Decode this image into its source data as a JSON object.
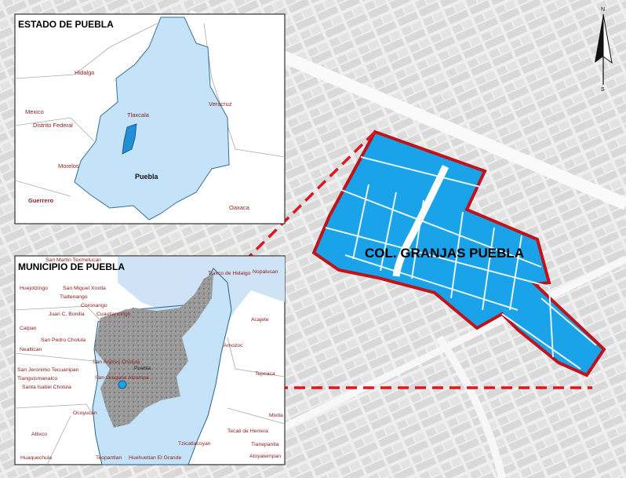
{
  "main_map": {
    "area_label": "COL. GRANJAS PUEBLA",
    "area_color": "#1aa3e8",
    "border_color": "#c0121b",
    "leader_color": "#e0161e"
  },
  "north_arrow": {
    "top_label": "N",
    "bottom_label": "S"
  },
  "inset_state": {
    "title": "ESTADO DE PUEBLA",
    "labels": [
      "Hidalgo",
      "Veracruz",
      "Mexico",
      "Distrito Federal",
      "Tlaxcala",
      "Morelos",
      "Puebla",
      "Guerrero",
      "Oaxaca"
    ],
    "fill_color": "#c4e3f8",
    "highlight_color": "#1f8fd6",
    "label_color": "#8b1a1a"
  },
  "inset_municipio": {
    "title": "MUNICIPIO DE PUEBLA",
    "labels": [
      "San Martin Texmelucan",
      "Huejotzingo",
      "San Miguel Xoxtla",
      "Tlaltenango",
      "Coronango",
      "Juan C. Bonilla",
      "Cuautlancingo",
      "Calpan",
      "San Pedro Cholula",
      "Nealtican",
      "San Andres Cholula",
      "San Jeronimo Tecuanipan",
      "Tianguismanalco",
      "Santa Isabel Cholula",
      "San Gregorio Atzompa",
      "Puebla",
      "Ocoyucan",
      "Atlixco",
      "Huaquechula",
      "Teopantlan",
      "Huehuetlan El Grande",
      "Tzicatlacoyan",
      "Nopalucan",
      "Tlaxco de Hidalgo",
      "Acajete",
      "Amozoc",
      "Tepeaca",
      "Mixtla",
      "Tecali de Herrera",
      "Tlanepantla",
      "Atoyatempan"
    ],
    "fill_color": "#c4e3f8",
    "urban_color": "#8c8c8c",
    "label_color": "#8b1a1a"
  }
}
